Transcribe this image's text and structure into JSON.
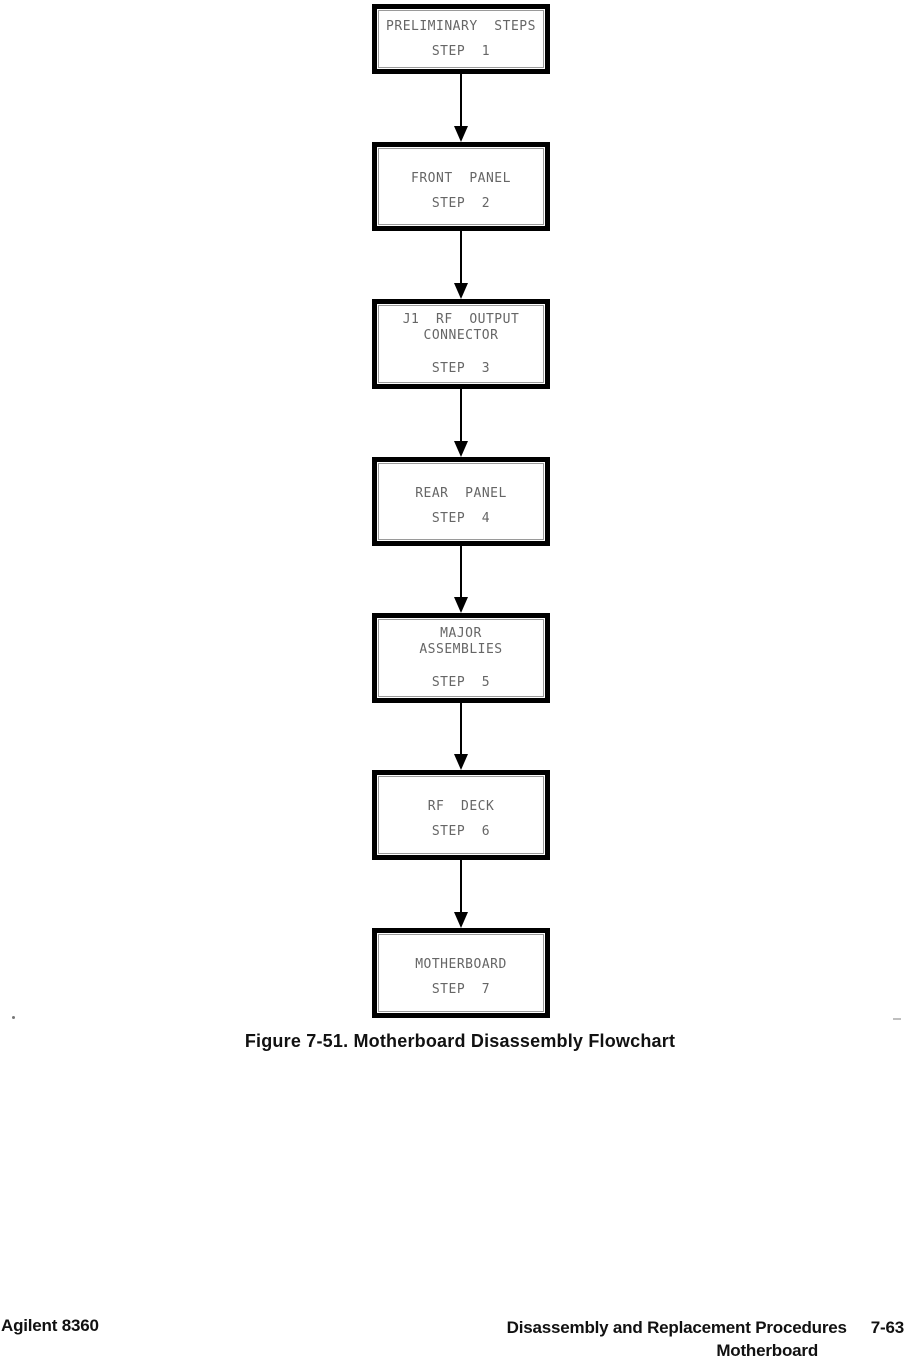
{
  "colors": {
    "box_border": "#000000",
    "box_text": "#666666",
    "arrow": "#000000",
    "footer_text": "#111111"
  },
  "flowchart": {
    "boxes": [
      {
        "title": "PRELIMINARY  STEPS",
        "step": "STEP  1"
      },
      {
        "title": "FRONT  PANEL",
        "step": "STEP  2"
      },
      {
        "title": "J1  RF  OUTPUT\nCONNECTOR",
        "step": "STEP  3"
      },
      {
        "title": "REAR  PANEL",
        "step": "STEP  4"
      },
      {
        "title": "MAJOR\nASSEMBLIES",
        "step": "STEP  5"
      },
      {
        "title": "RF  DECK",
        "step": "STEP  6"
      },
      {
        "title": "MOTHERBOARD",
        "step": "STEP  7"
      }
    ]
  },
  "caption": "Figure 7-51. Motherboard Disassembly Flowchart",
  "footer": {
    "left": "Agilent 8360",
    "right_line1": "Disassembly and Replacement Procedures",
    "page_number": "7-63",
    "right_line2": "Motherboard"
  }
}
